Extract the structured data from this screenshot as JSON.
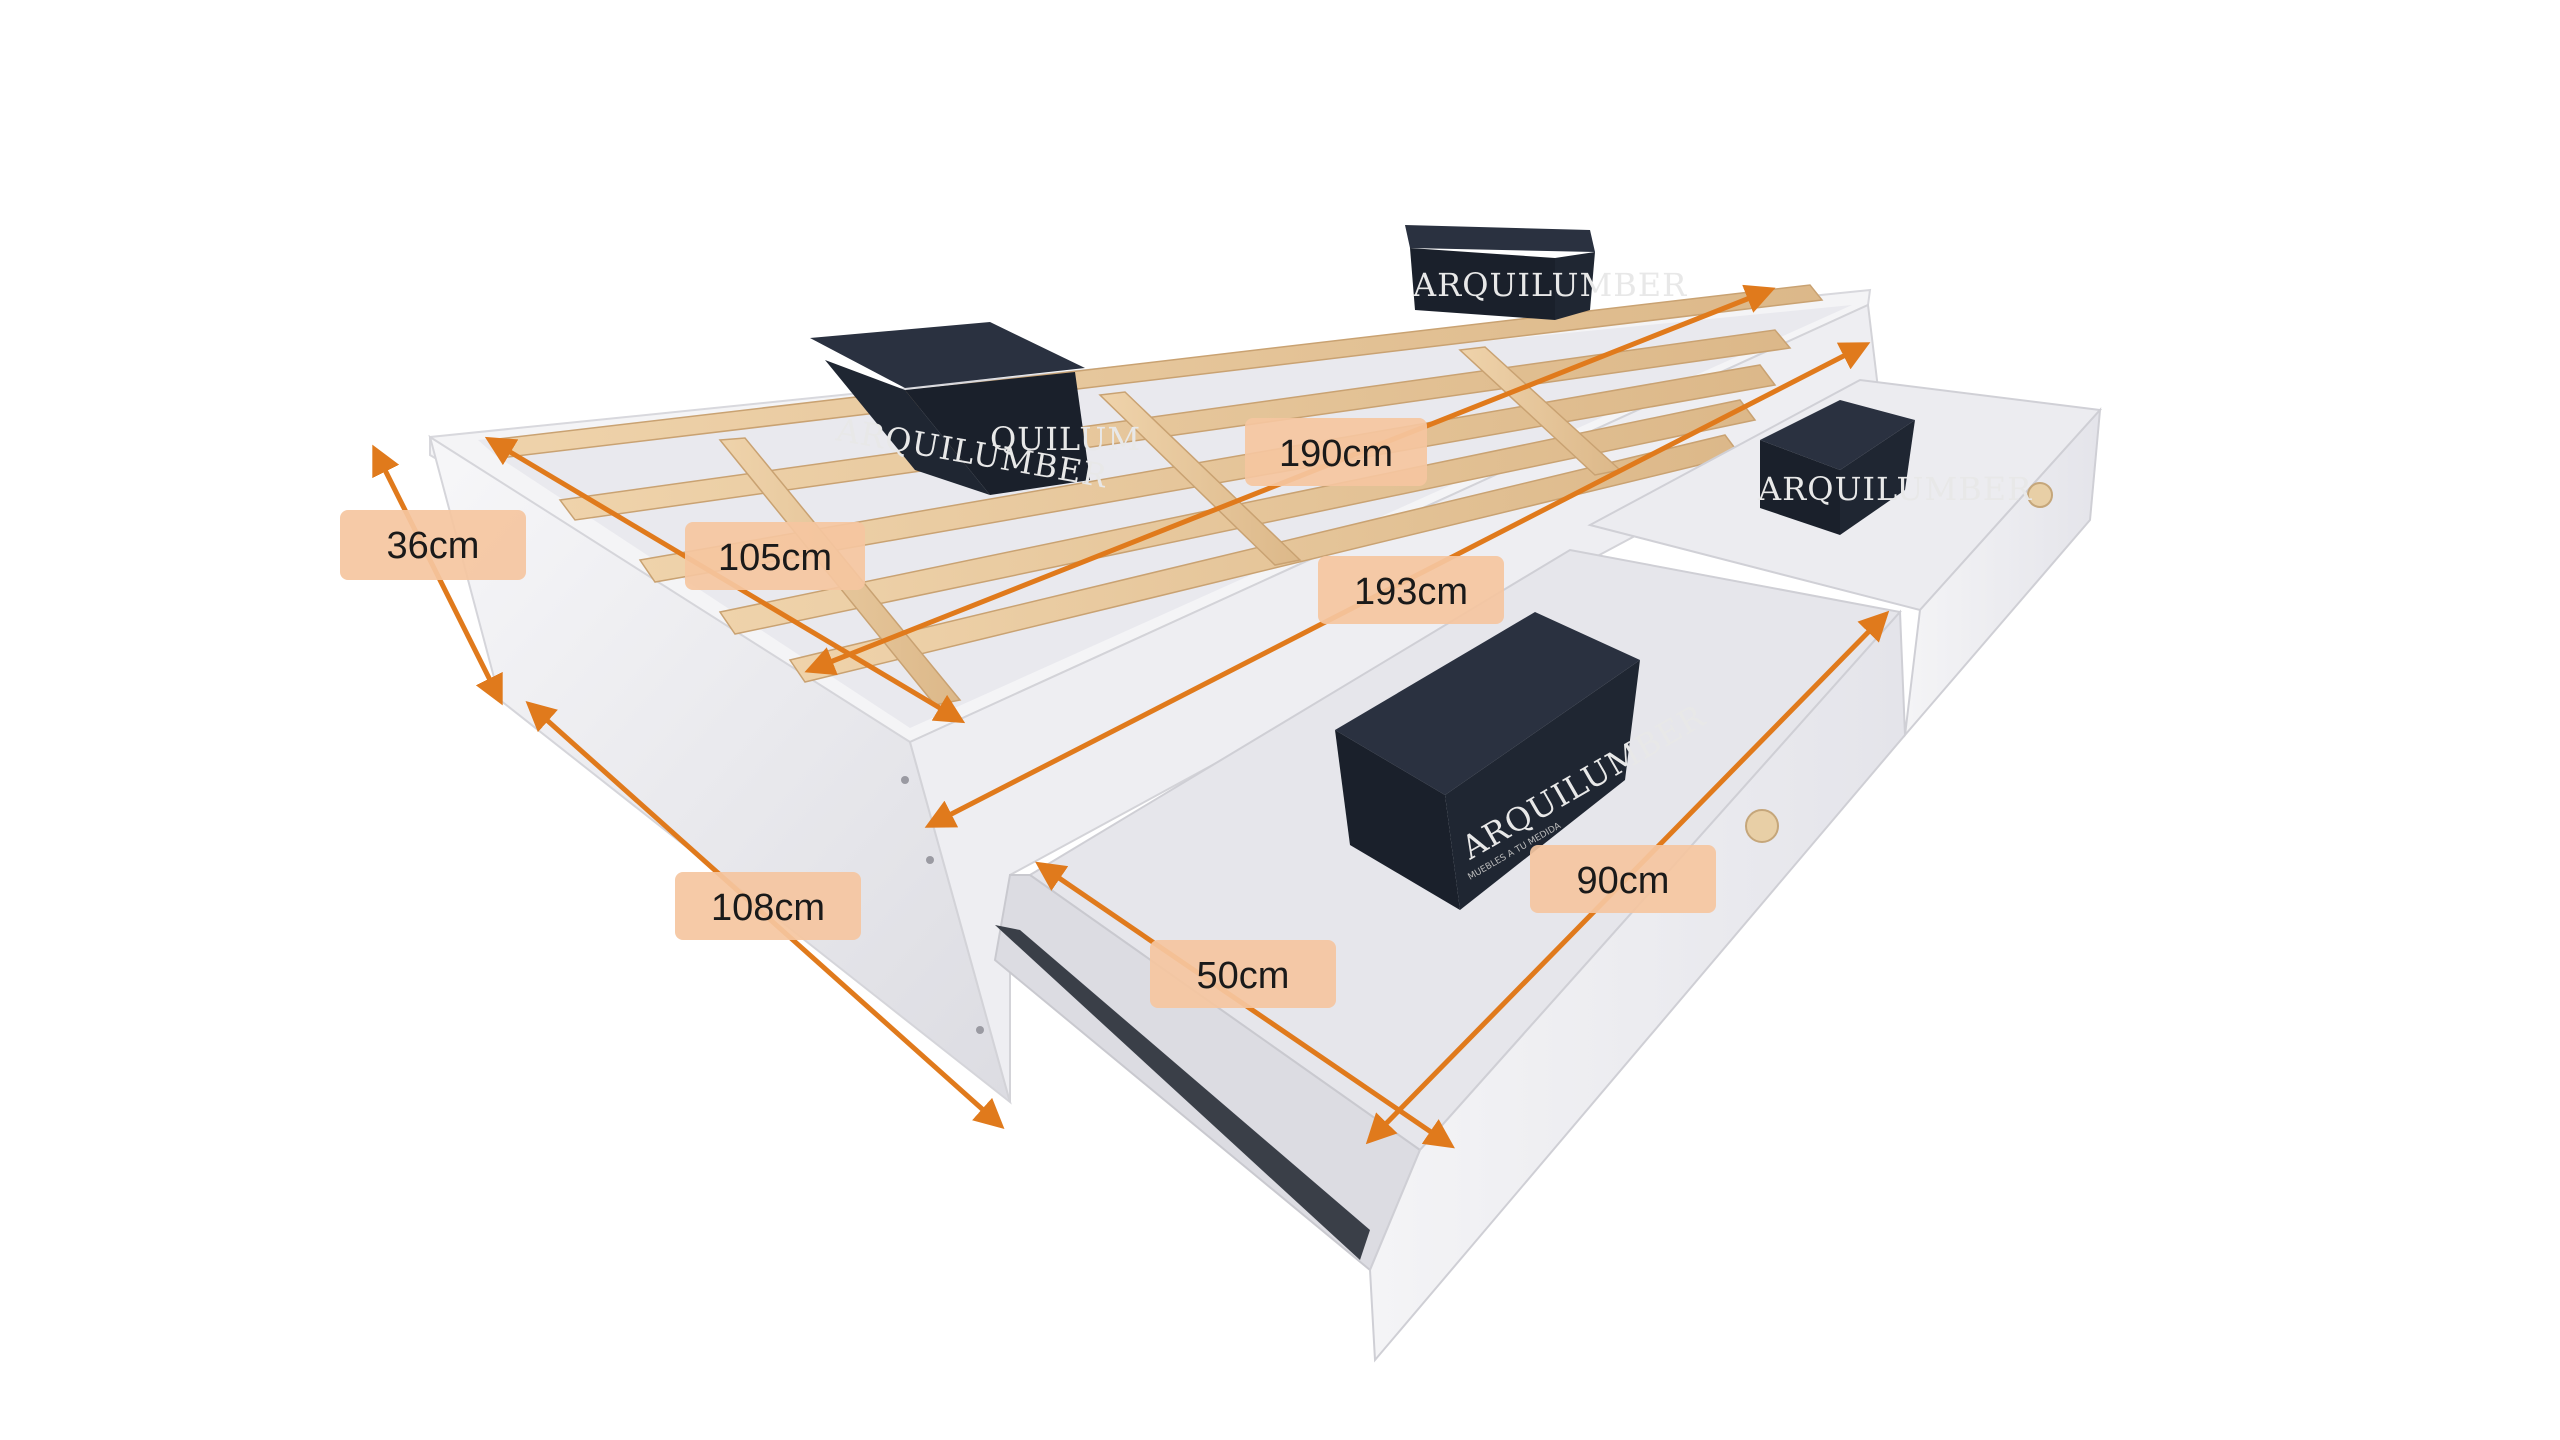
{
  "dimensions": {
    "height": "36cm",
    "inner_width": "105cm",
    "inner_length": "190cm",
    "outer_length": "193cm",
    "outer_width": "108cm",
    "drawer_depth": "50cm",
    "drawer_length": "90cm"
  },
  "brand": {
    "logo_text": "ARQUILUMBER",
    "logo_text_partial_a": "QUILUM",
    "logo_text_partial_b": "ARQUILUMBER",
    "tagline": "MUEBLES A TU MEDIDA"
  },
  "colors": {
    "arrow": "#e07a1c",
    "label_fill": "#f5c5a0",
    "bed_white": "#f2f2f4",
    "wood": "#e6c59a",
    "box_dark": "#1f2632"
  }
}
